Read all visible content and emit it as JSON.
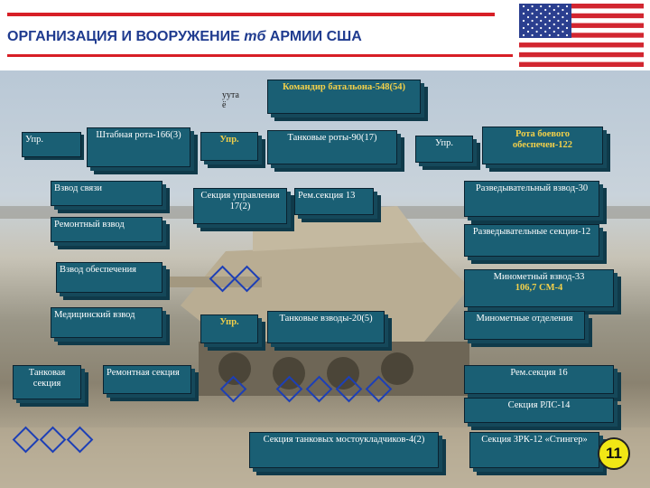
{
  "header": {
    "title_main": "ОРГАНИЗАЦИЯ И ВООРУЖЕНИЕ ",
    "title_italic": "тб",
    "title_end": " АРМИИ США"
  },
  "org": {
    "uut": "уута\nё",
    "commander": "Командир батальона-548(54)",
    "upr_left": "Упр.",
    "staff_company": "Штабная рота-166(3)",
    "upr_staff": "Упр.",
    "tank_companies": "Танковые роты-90(17)",
    "upr_support": "Упр.",
    "support_company": "Рота боевого обеспечен-122",
    "signal_platoon": "Взвод связи",
    "control_section": "Секция управления 17(2)",
    "repair_section_13": "Рем.секция 13",
    "recon_platoon": "Разведывательный взвод-30",
    "repair_platoon": "Ремонтный взвод",
    "recon_sections": "Разведывательные секции-12",
    "supply_platoon": "Взвод обеспечения",
    "mortar_platoon": "Минометный взвод-33",
    "mortar_platoon_weapons": "106,7 СМ-4",
    "medical_platoon": "Медицинский взвод",
    "upr_tank_platoons": "Упр.",
    "tank_platoons": "Танковые взводы-20(5)",
    "mortar_sections": "Минометные отделения",
    "tank_section": "Танковая секция",
    "repair_section": "Ремонтная секция",
    "repair_section_16": "Рем.секция 16",
    "radar_section": "Секция РЛС-14",
    "bridge_section": "Секция танковых мостоукладчиков-4(2)",
    "sam_section": "Секция ЗРК-12 «Стингер»"
  },
  "page_number": "11",
  "colors": {
    "box_fill": "#1a5f74",
    "title_blue": "#1f3b8f",
    "rule_red": "#d71f26",
    "diamond_blue": "#1d3fb6",
    "badge_yellow": "#f1e715"
  }
}
